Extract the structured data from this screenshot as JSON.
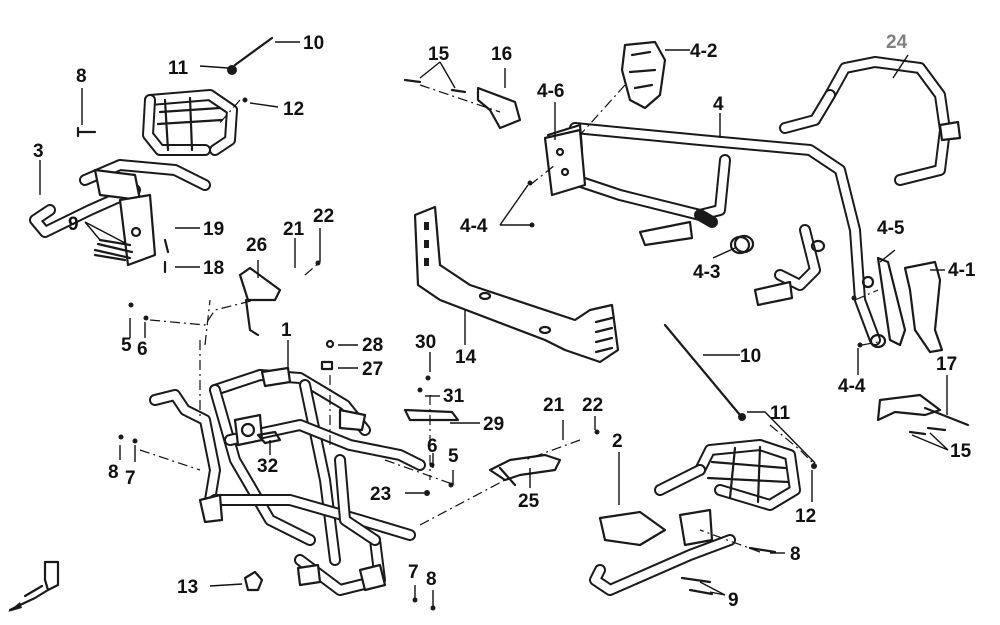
{
  "labels": {
    "p1": "1",
    "p2": "2",
    "p3": "3",
    "p4": "4",
    "p4_1": "4-1",
    "p4_2": "4-2",
    "p4_3": "4-3",
    "p4_4a": "4-4",
    "p4_4b": "4-4",
    "p4_5": "4-5",
    "p4_6": "4-6",
    "p5a": "5",
    "p5b": "5",
    "p6a": "6",
    "p6b": "6",
    "p7a": "7",
    "p7b": "7",
    "p8a": "8",
    "p8b": "8",
    "p8c": "8",
    "p8d": "8",
    "p9a": "9",
    "p9b": "9",
    "p10a": "10",
    "p10b": "10",
    "p11a": "11",
    "p11b": "11",
    "p12a": "12",
    "p12b": "12",
    "p13": "13",
    "p14": "14",
    "p15a": "15",
    "p15b": "15",
    "p16": "16",
    "p17": "17",
    "p18": "18",
    "p19": "19",
    "p21a": "21",
    "p21b": "21",
    "p22a": "22",
    "p22b": "22",
    "p23": "23",
    "p24": "24",
    "p25": "25",
    "p26": "26",
    "p27": "27",
    "p28": "28",
    "p29": "29",
    "p30": "30",
    "p31": "31",
    "p32": "32"
  },
  "colors": {
    "ink": "#1a1a1a",
    "label_grey": "#808080",
    "background": "#ffffff"
  },
  "icons": {
    "front_indicator": "front-arrow-icon"
  }
}
